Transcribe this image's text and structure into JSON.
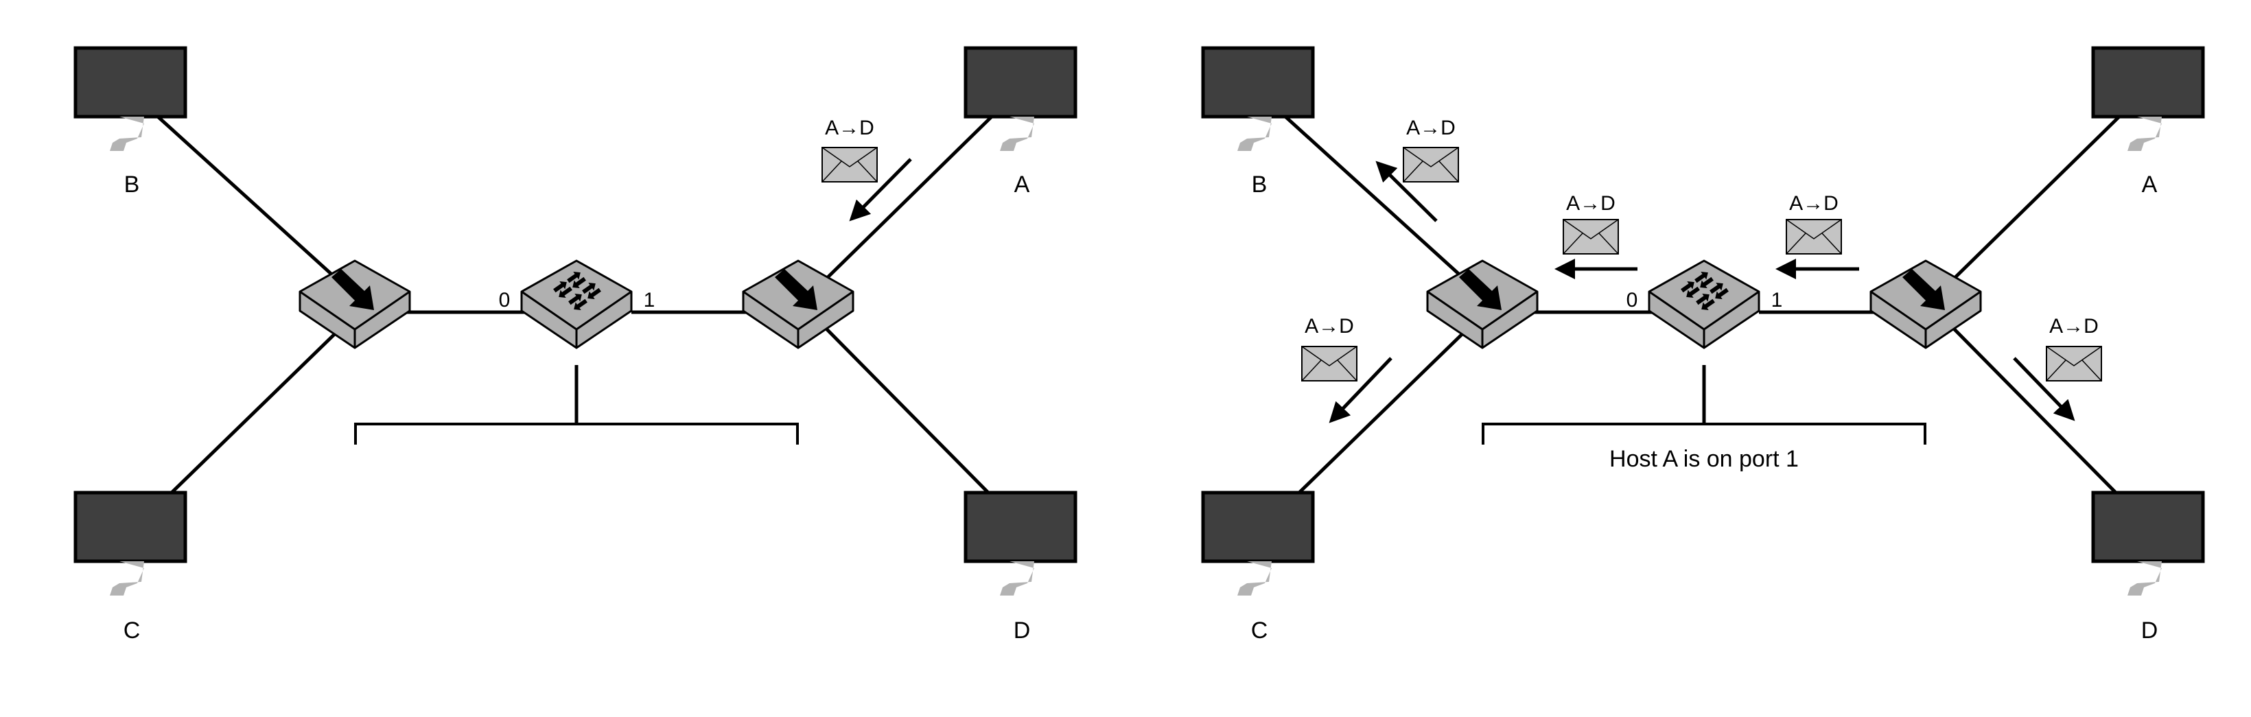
{
  "colors": {
    "host_screen": "#3f3f3f",
    "host_stand": "#b3b3b3",
    "device_fill": "#b0b0b0",
    "envelope_fill": "#c4c4c4",
    "line": "#000000",
    "background": "#ffffff"
  },
  "icons": {
    "host": "monitor-icon",
    "hub": "hub-icon",
    "bridge": "switch-icon",
    "frame": "envelope-icon",
    "direction": "arrow-icon"
  },
  "panels": [
    {
      "hosts": {
        "a": "A",
        "b": "B",
        "c": "C",
        "d": "D"
      },
      "ports": {
        "left": "0",
        "right": "1"
      },
      "table_text": "",
      "frames": [
        {
          "label": "A→D"
        }
      ]
    },
    {
      "hosts": {
        "a": "A",
        "b": "B",
        "c": "C",
        "d": "D"
      },
      "ports": {
        "left": "0",
        "right": "1"
      },
      "table_text": "Host A is on port 1",
      "frames": [
        {
          "label": "A→D"
        },
        {
          "label": "A→D"
        },
        {
          "label": "A→D"
        },
        {
          "label": "A→D"
        },
        {
          "label": "A→D"
        }
      ]
    }
  ]
}
